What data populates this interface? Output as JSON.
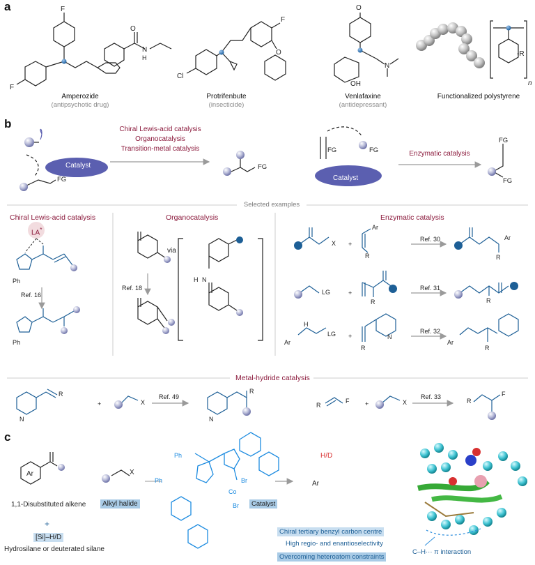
{
  "panels": {
    "a": "a",
    "b": "b",
    "c": "c"
  },
  "panel_a": {
    "amperozide": {
      "name": "Amperozide",
      "note": "(antipsychotic drug)"
    },
    "protrifenbute": {
      "name": "Protrifenbute",
      "note": "(insecticide)"
    },
    "venlafaxine": {
      "name": "Venlafaxine",
      "note": "(antidepressant)"
    },
    "polystyrene": {
      "name": "Functionalized polystyrene"
    },
    "atoms": {
      "F": "F",
      "Cl": "Cl",
      "O": "O",
      "N": "N",
      "H": "H",
      "OH": "OH",
      "R": "-R",
      "n": "n"
    }
  },
  "panel_b": {
    "methods": [
      "Chiral Lewis-acid catalysis",
      "Organocatalysis",
      "Transition-metal catalysis"
    ],
    "enzymatic": "Enzymatic catalysis",
    "catalyst": "Catalyst",
    "FG": "FG",
    "selected_examples": "Selected examples",
    "lewis_title": "Chiral Lewis-acid catalysis",
    "organo_title": "Organocatalysis",
    "enzymatic_title": "Enzymatic catalysis",
    "metal_hydride_title": "Metal-hydride catalysis",
    "LA": "LA",
    "star": "*",
    "via": "via",
    "refs": {
      "r16": "Ref. 16",
      "r18": "Ref. 18",
      "r30": "Ref. 30",
      "r31": "Ref. 31",
      "r32": "Ref. 32",
      "r49": "Ref. 49",
      "r33": "Ref. 33"
    },
    "labels": {
      "X": "X",
      "Ar": "Ar",
      "R": "R",
      "LG": "LG",
      "Ph": "Ph",
      "N": "N",
      "H": "H",
      "F": "F",
      "plus": "+"
    }
  },
  "panel_c": {
    "alkene_label": "1,1-Disubstituted alkene",
    "alkyl_halide": "Alkyl halide",
    "plus": "+",
    "silane_formula": "[Si]–H/D",
    "silane_label": "Hydrosilane or deuterated silane",
    "catalyst": "Catalyst",
    "Ar": "Ar",
    "HD": "H/D",
    "X": "X",
    "Ph": "Ph",
    "Co": "Co",
    "Br": "Br",
    "features": [
      "Chiral tertiary benzyl carbon centre",
      "High regio- and enantioselectivity",
      "Overcoming heteroatom constraints"
    ],
    "interaction": "C–H··· π interaction"
  },
  "colors": {
    "blue": "#1d5f96",
    "maroon": "#8b1a3c",
    "catalyst": "#5b5fb0",
    "sphere": "#9aa0cc",
    "bright_blue": "#1c8be0",
    "highlight": "#a9cbe6"
  }
}
